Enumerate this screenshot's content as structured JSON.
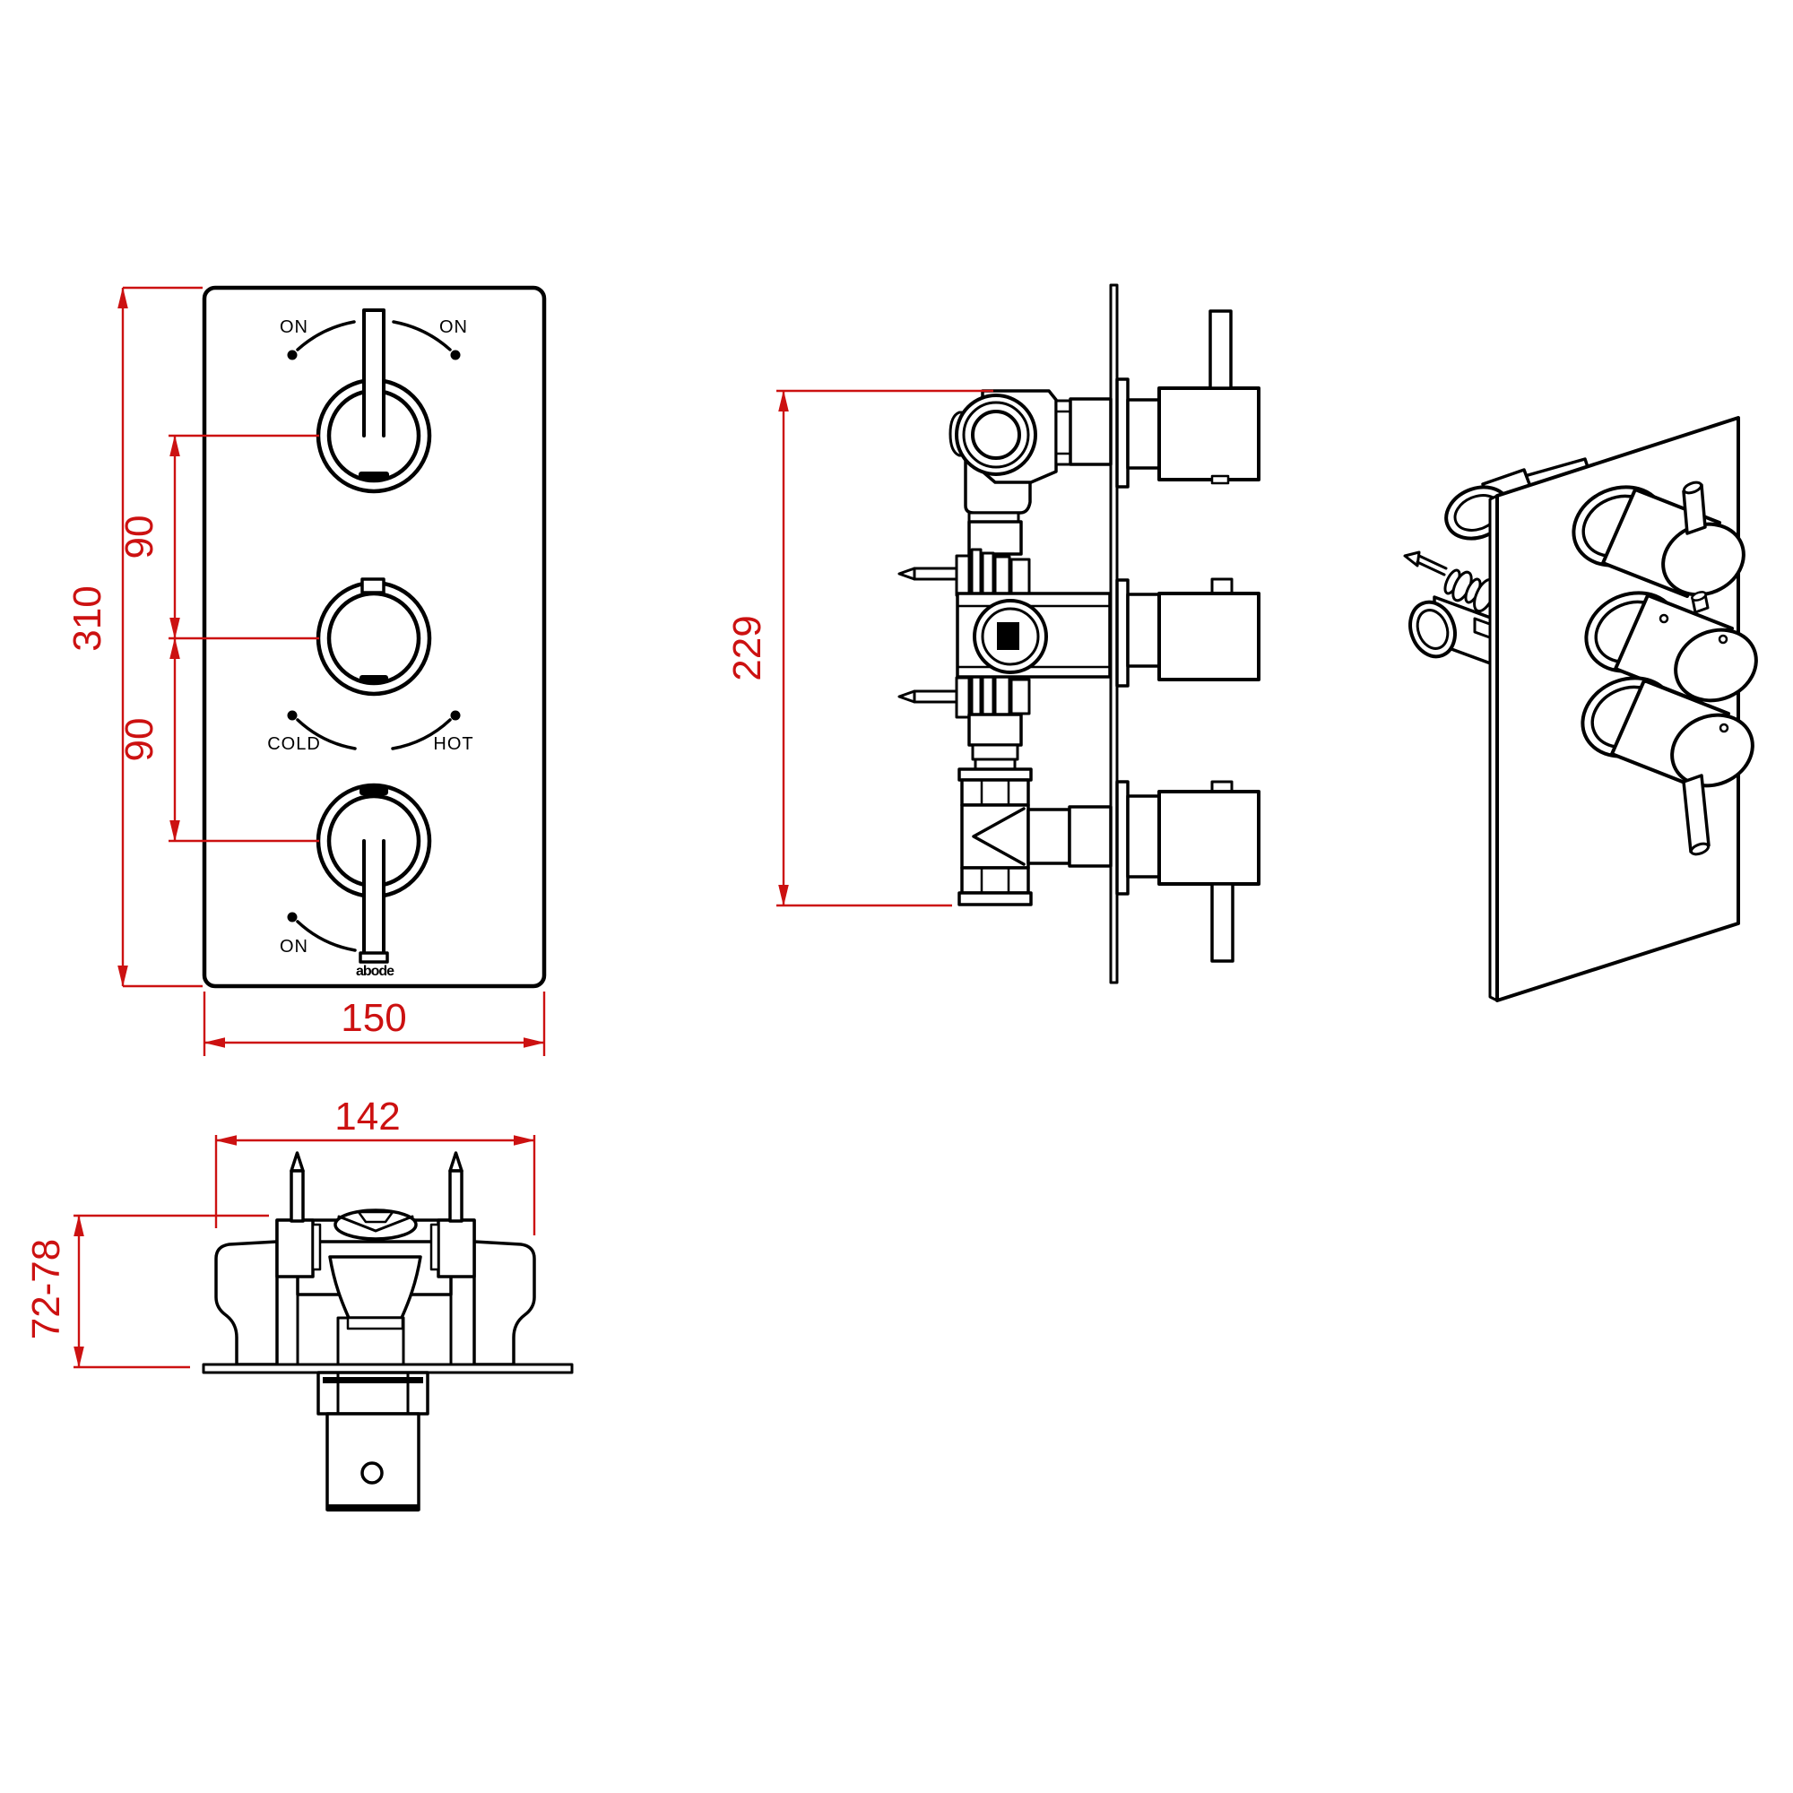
{
  "front_view": {
    "labels": {
      "top_left_on": "ON",
      "top_right_on": "ON",
      "cold": "COLD",
      "hot": "HOT",
      "bottom_on": "ON",
      "brand_logo": "abode"
    },
    "dimensions": {
      "overall_height": "310",
      "upper_knob_spacing": "90",
      "lower_knob_spacing": "90",
      "overall_width": "150"
    }
  },
  "side_view": {
    "dimensions": {
      "assembly_height": "229"
    }
  },
  "plan_view": {
    "dimensions": {
      "body_width": "142",
      "fitting_depth": "72-78"
    }
  },
  "colors": {
    "dimension_red": "#cc1111",
    "outline_black": "#000000",
    "background": "#ffffff"
  }
}
